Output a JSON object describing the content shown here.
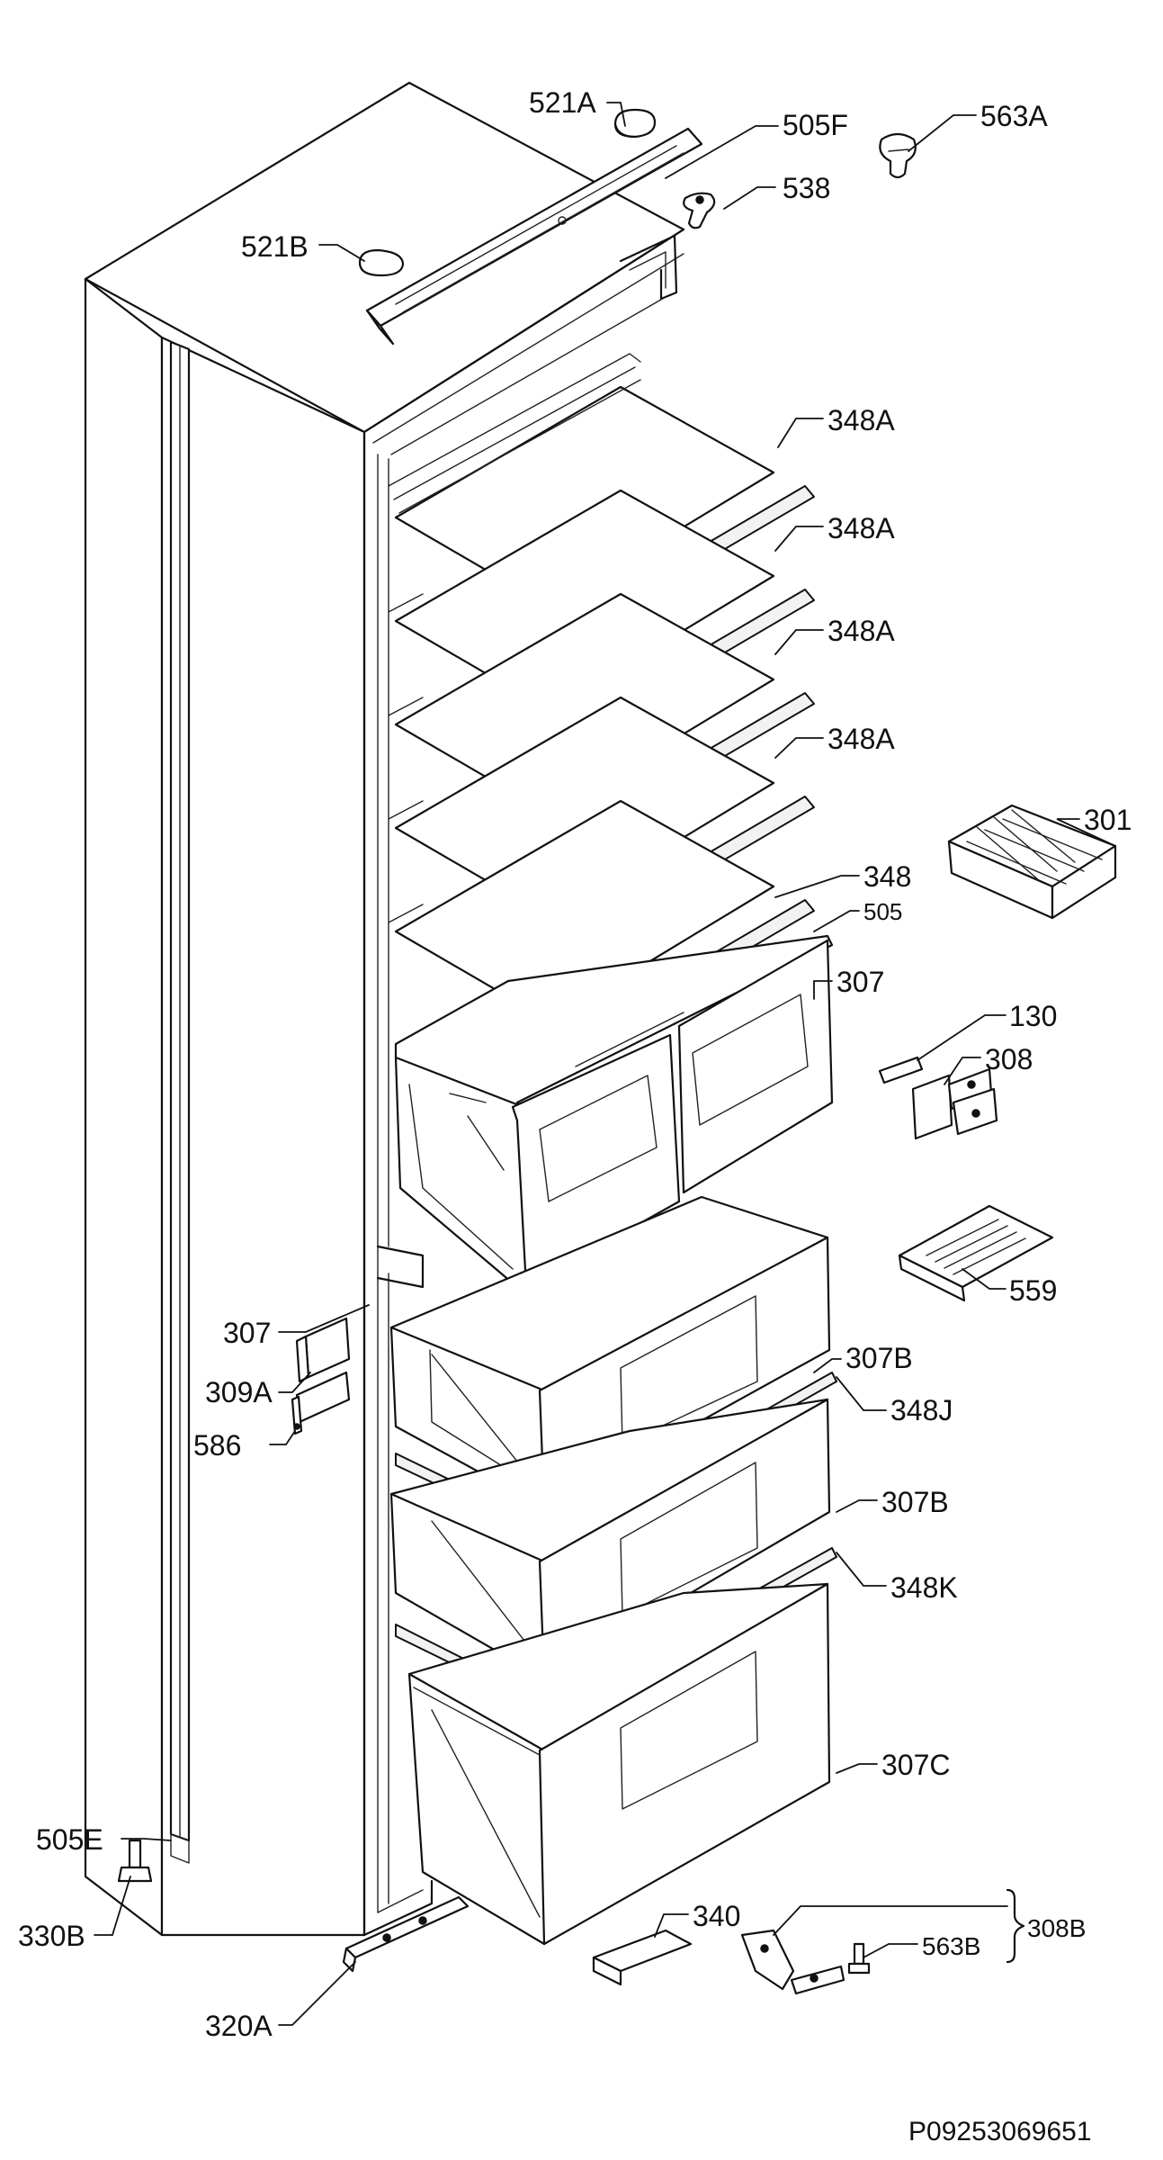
{
  "drawing_number": "P09253069651",
  "callouts": [
    {
      "id": "521a",
      "num": "521",
      "sfx": "A"
    },
    {
      "id": "505f",
      "num": "505",
      "sfx": "F"
    },
    {
      "id": "563a",
      "num": "563",
      "sfx": "A"
    },
    {
      "id": "538",
      "num": "538",
      "sfx": ""
    },
    {
      "id": "521b",
      "num": "521",
      "sfx": "B"
    },
    {
      "id": "348a-1",
      "num": "348",
      "sfx": "A"
    },
    {
      "id": "348a-2",
      "num": "348",
      "sfx": "A"
    },
    {
      "id": "348a-3",
      "num": "348",
      "sfx": "A"
    },
    {
      "id": "348a-4",
      "num": "348",
      "sfx": "A"
    },
    {
      "id": "301",
      "num": "301",
      "sfx": ""
    },
    {
      "id": "348",
      "num": "348",
      "sfx": ""
    },
    {
      "id": "505",
      "num": "505",
      "sfx": ""
    },
    {
      "id": "307-top",
      "num": "307",
      "sfx": ""
    },
    {
      "id": "130",
      "num": "130",
      "sfx": ""
    },
    {
      "id": "308",
      "num": "308",
      "sfx": ""
    },
    {
      "id": "559",
      "num": "559",
      "sfx": ""
    },
    {
      "id": "307-left",
      "num": "307",
      "sfx": ""
    },
    {
      "id": "309a",
      "num": "309",
      "sfx": "A"
    },
    {
      "id": "307b-1",
      "num": "307",
      "sfx": "B"
    },
    {
      "id": "348j",
      "num": "348",
      "sfx": "J"
    },
    {
      "id": "586",
      "num": "586",
      "sfx": ""
    },
    {
      "id": "307b-2",
      "num": "307",
      "sfx": "B"
    },
    {
      "id": "348k",
      "num": "348",
      "sfx": "K"
    },
    {
      "id": "307c",
      "num": "307",
      "sfx": "C"
    },
    {
      "id": "505e",
      "num": "505",
      "sfx": "E"
    },
    {
      "id": "330b",
      "num": "330",
      "sfx": "B"
    },
    {
      "id": "340",
      "num": "340",
      "sfx": ""
    },
    {
      "id": "563b",
      "num": "563",
      "sfx": "B"
    },
    {
      "id": "308b",
      "num": "308",
      "sfx": "B"
    },
    {
      "id": "320a",
      "num": "320",
      "sfx": "A"
    }
  ]
}
